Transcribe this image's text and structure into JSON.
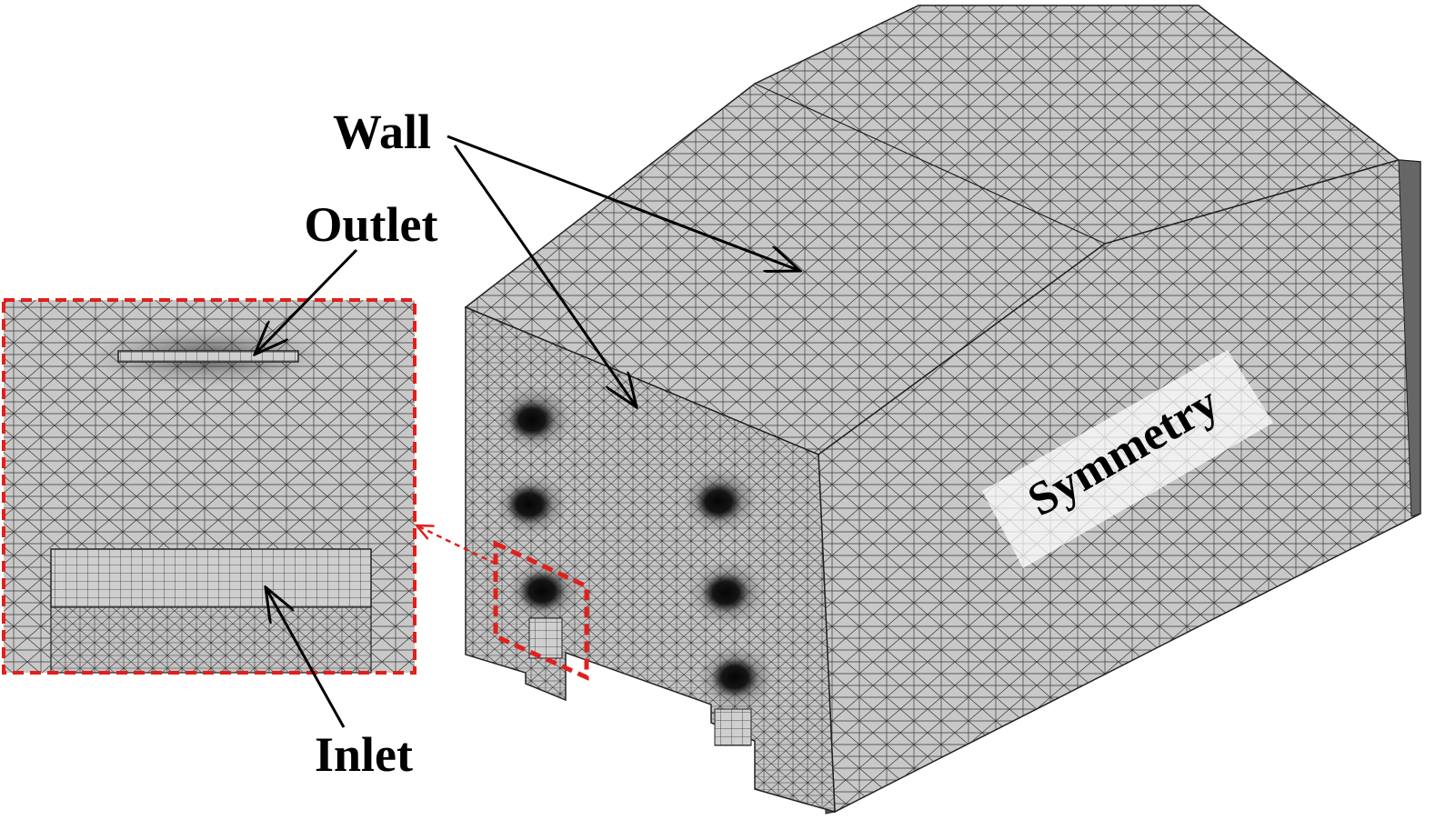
{
  "labels": {
    "wall": "Wall",
    "outlet": "Outlet",
    "inlet": "Inlet",
    "symmetry": "Symmetry"
  },
  "colors": {
    "mesh_fill": "#c8c8c8",
    "mesh_line": "#333333",
    "highlight": "#e0201c",
    "arrow": "#000000",
    "background": "#ffffff"
  }
}
